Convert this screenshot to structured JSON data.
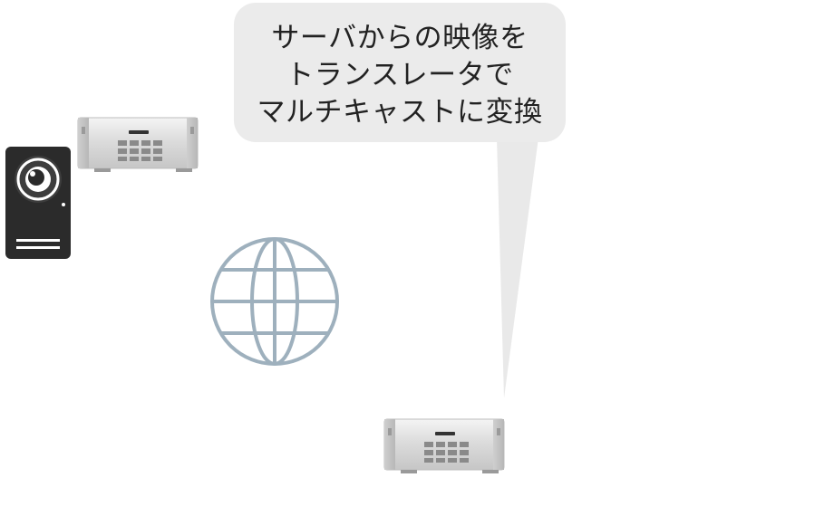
{
  "callout": {
    "lines": [
      "サーバからの映像を",
      "トランスレータで",
      "マルチキャストに変換"
    ]
  },
  "icons": {
    "camera": "camera-device-icon",
    "server_top": "server-icon",
    "server_bottom": "server-icon",
    "network": "globe-icon"
  },
  "colors": {
    "callout_fill": "#ececec",
    "globe_stroke": "#9eb0bd",
    "camera_body": "#2b2b2b"
  }
}
